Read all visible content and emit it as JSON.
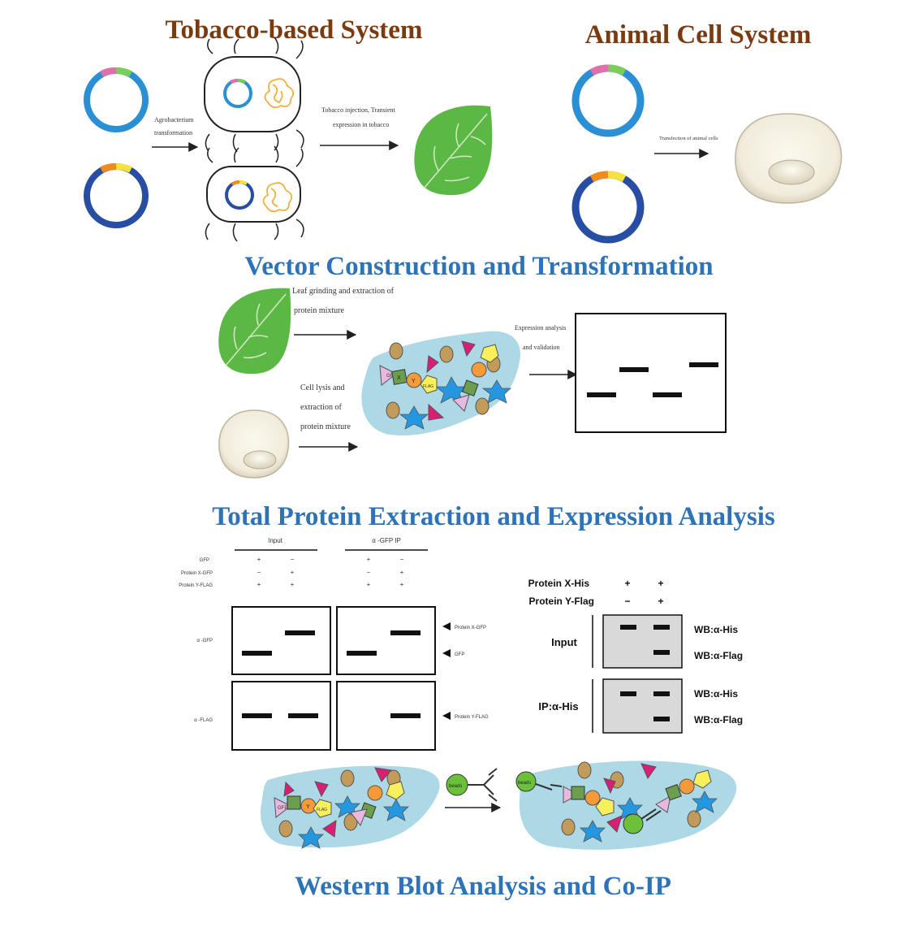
{
  "titles": {
    "tobacco": "Tobacco-based System",
    "animal": "Animal Cell System",
    "vector": "Vector Construction and Transformation",
    "protein": "Total Protein Extraction and Expression Analysis",
    "western": "Western Blot Analysis and Co-IP"
  },
  "labels": {
    "agro_1": "Agrobacterium",
    "agro_2": "transformation",
    "tobacco_1": "Tobacco  injection,  Transient",
    "tobacco_2": "expression in tobacco",
    "animal_trans": "Transfection of animal cells",
    "leaf_1": "Leaf  grinding  and  extraction  of",
    "leaf_2": "protein mixture",
    "cell_1": "Cell    lysis    and",
    "cell_2": "extraction          of",
    "cell_3": "protein mixture",
    "expr_1": "Expression analysis",
    "expr_2": "and validation"
  },
  "mix_labels": {
    "gfp": "GFP",
    "x": "X",
    "y": "Y",
    "flag": "FLAG",
    "beads": "beads"
  },
  "blot_left": {
    "header_input": "Input",
    "header_ip": "α -GFP  IP",
    "row_gfp": "GFP",
    "row_x": "Protein  X-GFP",
    "row_y": "Protein  Y-FLAG",
    "input_gfp": [
      "+",
      "−"
    ],
    "input_x": [
      "−",
      "+"
    ],
    "input_y": [
      "+",
      "+"
    ],
    "ip_gfp": [
      "+",
      "−"
    ],
    "ip_x": [
      "−",
      "+"
    ],
    "ip_y": [
      "+",
      "+"
    ],
    "ab_gfp": "α -GFP",
    "ab_flag": "α -FLAG",
    "band_x_gfp": "Protein  X-GFP",
    "band_gfp": "GFP",
    "band_y_flag": "Protein  Y-FLAG"
  },
  "blot_right": {
    "row_x": "Protein X-His",
    "row_y": "Protein Y-Flag",
    "x_signs": [
      "+",
      "+"
    ],
    "y_signs": [
      "−",
      "+"
    ],
    "input": "Input",
    "ip": "IP:α-His",
    "wb_his_1": "WB:α-His",
    "wb_flag_1": "WB:α-Flag",
    "wb_his_2": "WB:α-His",
    "wb_flag_2": "WB:α-Flag"
  },
  "colors": {
    "title_brown": "#7a3b10",
    "title_blue": "#2e73b8",
    "plasmid_light": "#2a8fd4",
    "plasmid_dark": "#274ea3",
    "leaf": "#5cb845",
    "cytoplasm": "#add8e6",
    "blot_gray": "#d9d9d9"
  }
}
